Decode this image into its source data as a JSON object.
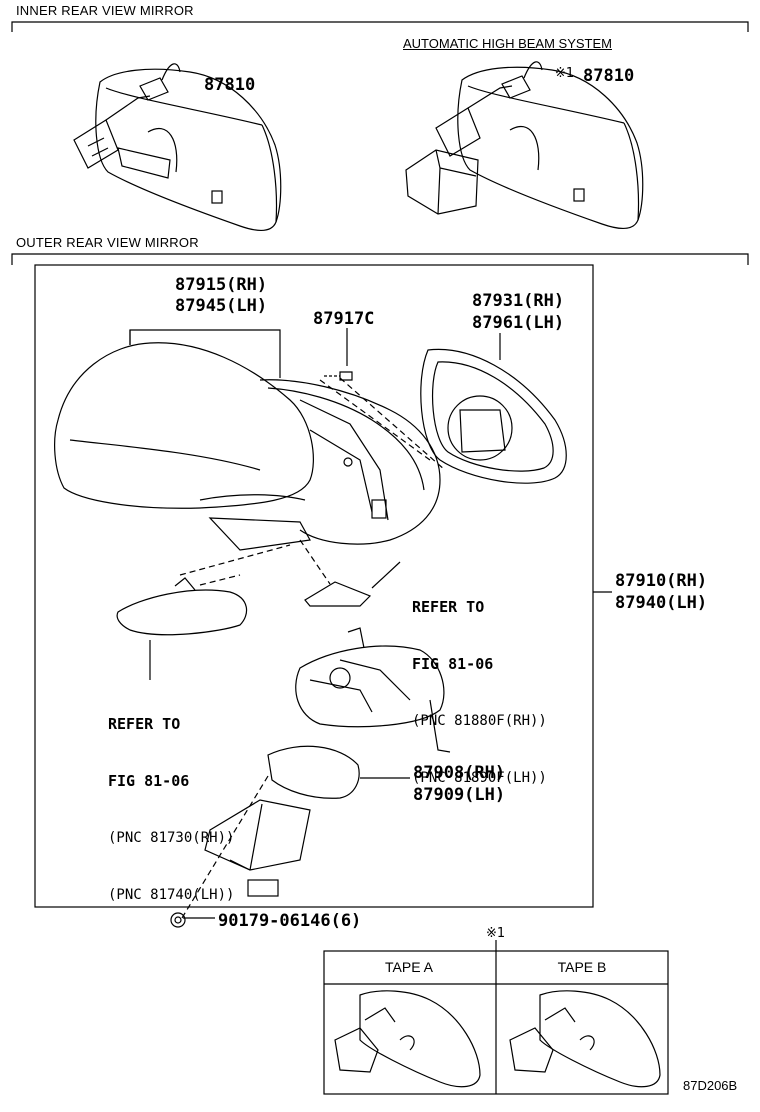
{
  "sections": {
    "inner": "INNER REAR VIEW MIRROR",
    "outer": "OUTER REAR VIEW MIRROR"
  },
  "inner_mirror": {
    "standard_part": "87810",
    "ahb_title": "AUTOMATIC HIGH BEAM SYSTEM",
    "ahb_note": "※1",
    "ahb_part": "87810"
  },
  "outer_mirror": {
    "cover": [
      "87915(RH)",
      "87945(LH)"
    ],
    "screw": "87917C",
    "glass": [
      "87931(RH)",
      "87961(LH)"
    ],
    "assembly": [
      "87910(RH)",
      "87940(LH)"
    ],
    "base": [
      "87908(RH)",
      "87909(LH)"
    ],
    "clip": "90179-06146(6)",
    "ref_turn_lamp": {
      "title": "REFER TO",
      "fig": "FIG 81-06",
      "pnc": [
        "(PNC 81880F(RH))",
        "(PNC 81890F(LH))"
      ]
    },
    "ref_side_lamp": {
      "title": "REFER TO",
      "fig": "FIG 81-06",
      "pnc": [
        "(PNC 81730(RH))",
        "(PNC 81740(LH))"
      ]
    }
  },
  "tape_box": {
    "note": "※1",
    "tape_a": "TAPE A",
    "tape_b": "TAPE B"
  },
  "figure_code": "87D206B"
}
